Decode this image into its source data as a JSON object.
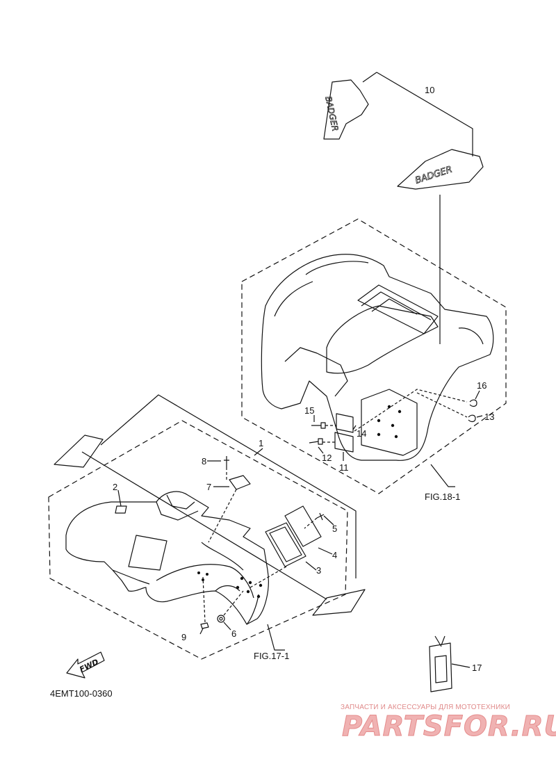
{
  "callouts": {
    "c1": "1",
    "c2": "2",
    "c3": "3",
    "c4": "4",
    "c5": "5",
    "c6": "6",
    "c7": "7",
    "c8": "8",
    "c9": "9",
    "c10": "10",
    "c11": "11",
    "c12": "12",
    "c13": "13",
    "c14": "14",
    "c15": "15",
    "c16": "16",
    "c17": "17"
  },
  "figure_refs": {
    "front": "FIG.17-1",
    "rear": "FIG.18-1"
  },
  "decal_text": {
    "upper": "BADGER",
    "lower": "BADGER"
  },
  "fwd_arrow": "FWD",
  "diagram_code": "4EMT100-0360",
  "watermark": {
    "tagline": "ЗАПЧАСТИ И АКСЕССУАРЫ ДЛЯ МОТОТЕХНИКИ",
    "logo": "PARTSFOR.RU"
  },
  "colors": {
    "line": "#111111",
    "watermark_text": "#e08a8a",
    "watermark_logo": "#f0b2b2"
  }
}
